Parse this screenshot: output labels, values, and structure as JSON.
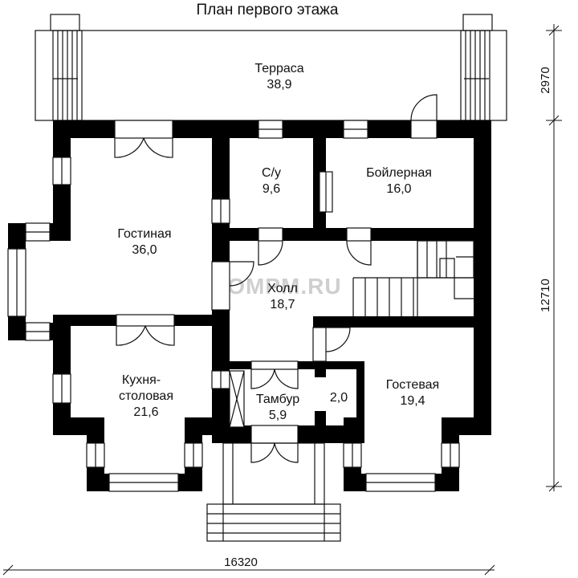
{
  "title": "План первого этажа",
  "watermark": "DOMPM.RU",
  "rooms": {
    "terrace": {
      "name": "Терраса",
      "area": "38,9"
    },
    "living": {
      "name": "Гостиная",
      "area": "36,0"
    },
    "bath": {
      "name": "С/у",
      "area": "9,6"
    },
    "boiler": {
      "name": "Бойлерная",
      "area": "16,0"
    },
    "hall": {
      "name": "Холл",
      "area": "18,7"
    },
    "kitchen": {
      "name": "Кухня-",
      "name2": "столовая",
      "area": "21,6"
    },
    "vestibule": {
      "name": "Тамбур",
      "area": "5,9"
    },
    "closet": {
      "area": "2,0"
    },
    "guest": {
      "name": "Гостевая",
      "area": "19,4"
    }
  },
  "dimensions": {
    "width": "16320",
    "terrace_depth": "2970",
    "house_depth": "12710"
  },
  "colors": {
    "wall": "#000000",
    "line": "#111111",
    "background": "#ffffff"
  }
}
